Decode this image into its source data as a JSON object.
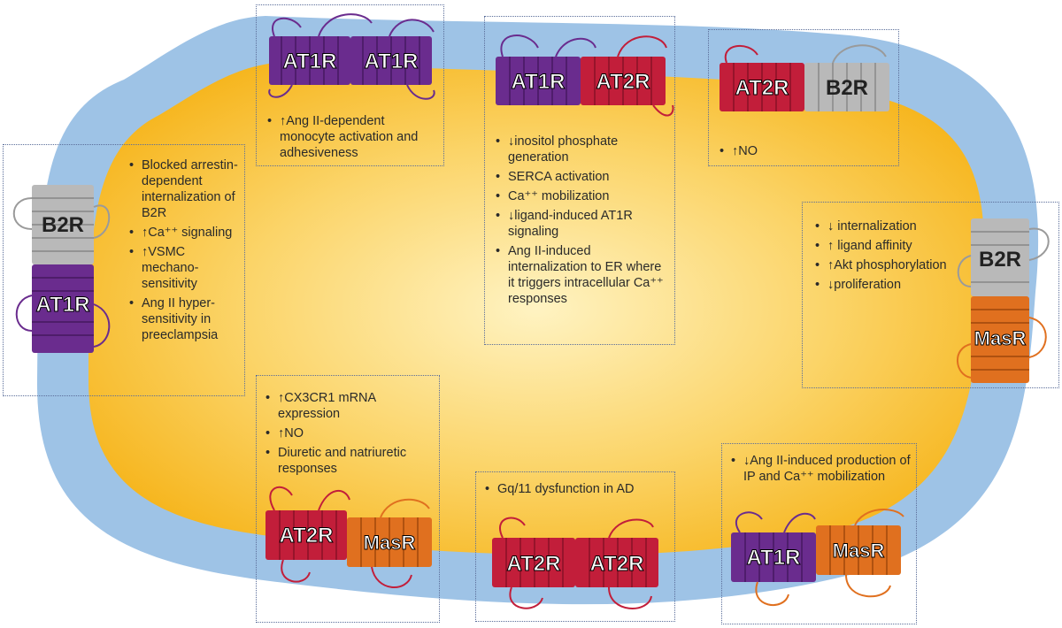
{
  "colors": {
    "membrane": "#9ec3e6",
    "cytoplasm_center": "#fff3c2",
    "cytoplasm_edge": "#f6b41a",
    "AT1R": "#6a2c8e",
    "AT2R": "#c21e3a",
    "B2R": "#b9b9b9",
    "MasR": "#e0701f"
  },
  "panels": [
    {
      "id": "at1r-at1r",
      "receptors": [
        "AT1R",
        "AT1R"
      ],
      "bullets": [
        {
          "arrow": "↑",
          "text": "Ang II-dependent monocyte activation and adhesiveness"
        }
      ]
    },
    {
      "id": "at1r-at2r",
      "receptors": [
        "AT1R",
        "AT2R"
      ],
      "bullets": [
        {
          "arrow": "↓",
          "text": "inositol phosphate generation"
        },
        {
          "arrow": "",
          "text": "SERCA activation"
        },
        {
          "arrow": "",
          "text": "Ca⁺⁺ mobilization"
        },
        {
          "arrow": "↓",
          "text": "ligand-induced AT1R signaling"
        },
        {
          "arrow": "",
          "text": "Ang II-induced internalization to ER where it triggers intracellular Ca⁺⁺ responses"
        }
      ]
    },
    {
      "id": "at2r-b2r",
      "receptors": [
        "AT2R",
        "B2R"
      ],
      "bullets": [
        {
          "arrow": "↑",
          "text": "NO"
        }
      ]
    },
    {
      "id": "b2r-at1r",
      "receptors": [
        "B2R",
        "AT1R"
      ],
      "bullets": [
        {
          "arrow": "",
          "text": "Blocked arrestin-dependent internalization of B2R"
        },
        {
          "arrow": "↑",
          "text": "Ca⁺⁺ signaling"
        },
        {
          "arrow": "↑",
          "text": "VSMC mechano-sensitivity"
        },
        {
          "arrow": "",
          "text": "Ang II hyper-sensitivity in preeclampsia"
        }
      ]
    },
    {
      "id": "b2r-masr",
      "receptors": [
        "B2R",
        "MasR"
      ],
      "bullets": [
        {
          "arrow": "↓",
          "text": " internalization"
        },
        {
          "arrow": "↑",
          "text": " ligand affinity"
        },
        {
          "arrow": "↑",
          "text": "Akt phosphorylation"
        },
        {
          "arrow": "↓",
          "text": "proliferation"
        }
      ]
    },
    {
      "id": "at2r-masr",
      "receptors": [
        "AT2R",
        "MasR"
      ],
      "bullets": [
        {
          "arrow": "↑",
          "text": "CX3CR1 mRNA expression"
        },
        {
          "arrow": "↑",
          "text": "NO"
        },
        {
          "arrow": "",
          "text": "Diuretic and natriuretic responses"
        }
      ]
    },
    {
      "id": "at2r-at2r",
      "receptors": [
        "AT2R",
        "AT2R"
      ],
      "bullets": [
        {
          "arrow": "",
          "text": "Gq/11 dysfunction in AD"
        }
      ]
    },
    {
      "id": "at1r-masr",
      "receptors": [
        "AT1R",
        "MasR"
      ],
      "bullets": [
        {
          "arrow": "↓",
          "text": "Ang II-induced production of IP and Ca⁺⁺ mobilization"
        }
      ]
    }
  ]
}
